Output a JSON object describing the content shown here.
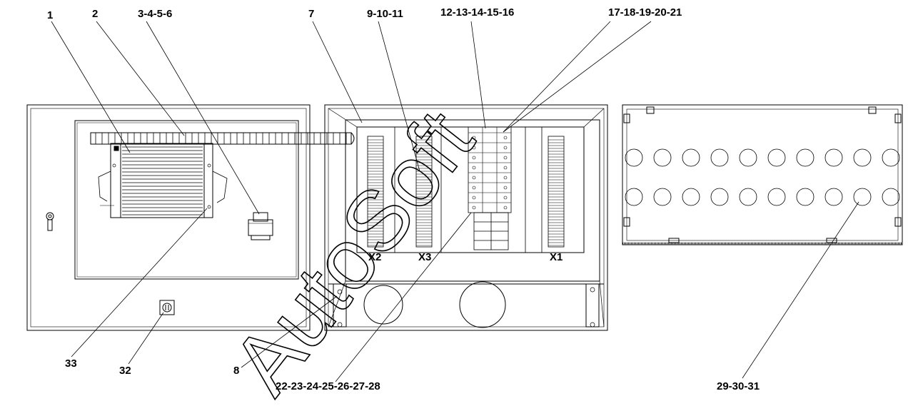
{
  "callouts": {
    "c1": "1",
    "c2": "2",
    "c3": "3-4-5-6",
    "c7": "7",
    "c9": "9-10-11",
    "c12": "12-13-14-15-16",
    "c17": "17-18-19-20-21",
    "c33": "33",
    "c32": "32",
    "c8": "8",
    "c22": "22-23-24-25-26-27-28",
    "c29": "29-30-31"
  },
  "terminal_labels": {
    "x2": "X2",
    "x3": "X3",
    "x1": "X1"
  },
  "watermark": {
    "text": "AutoSoft"
  }
}
